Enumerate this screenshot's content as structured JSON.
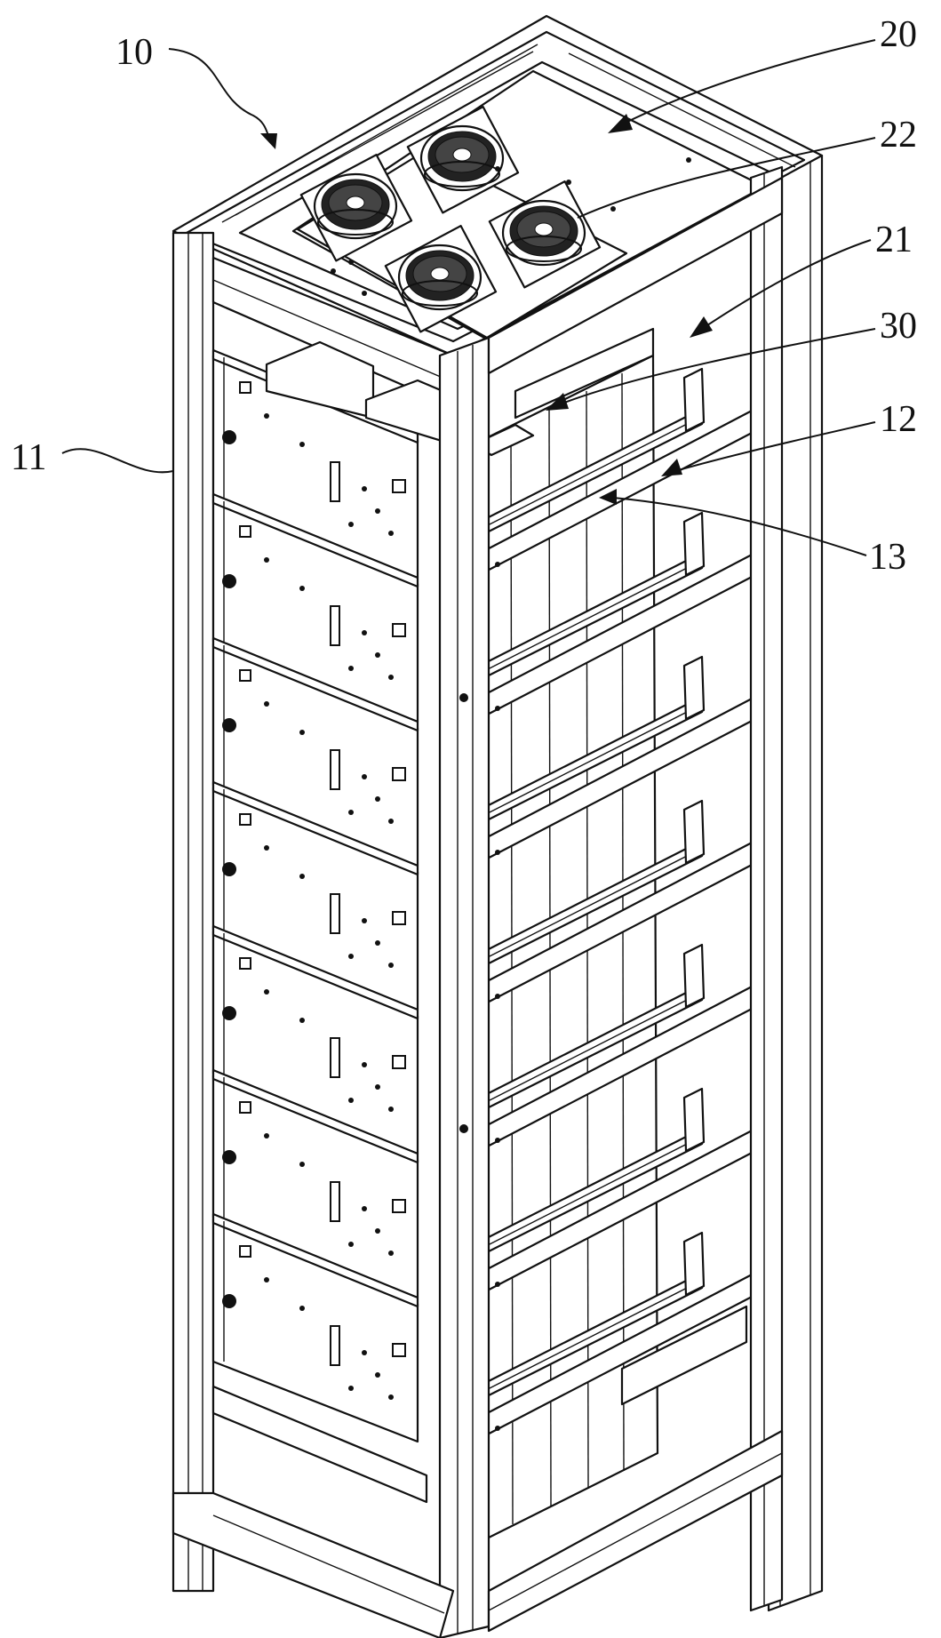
{
  "figure": {
    "labels": {
      "ref_10": "10",
      "ref_11": "11",
      "ref_12": "12",
      "ref_13": "13",
      "ref_20": "20",
      "ref_21": "21",
      "ref_22": "22",
      "ref_30": "30"
    },
    "fan_count": 4,
    "module_count": 7,
    "shelf_count": 7
  }
}
